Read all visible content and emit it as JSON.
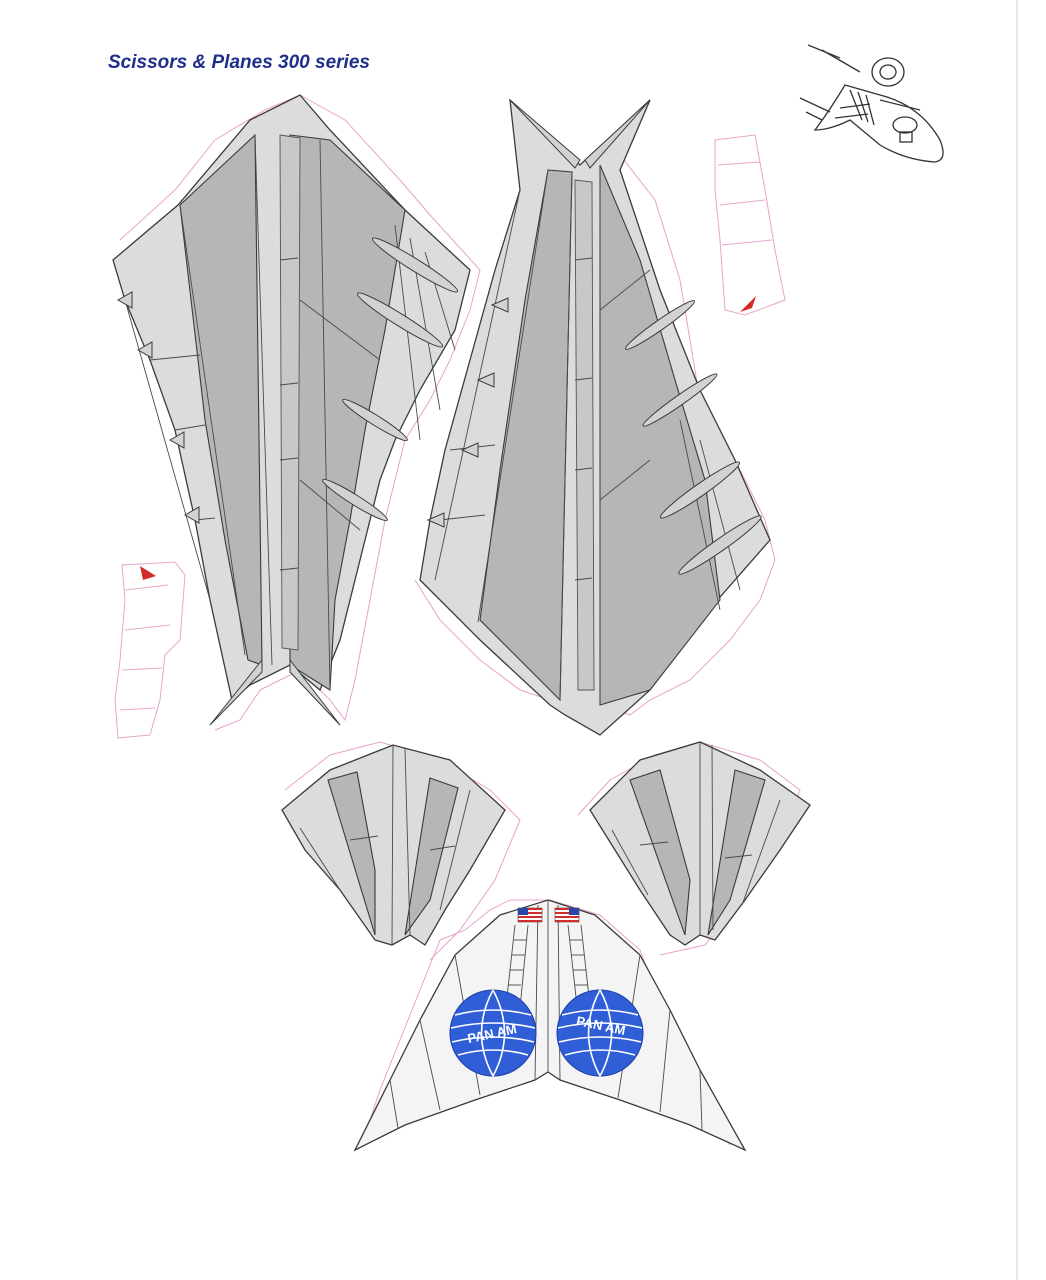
{
  "document": {
    "title": "Scissors & Planes 300 series"
  },
  "logos": [
    {
      "name": "pan-am-globe-left",
      "text": "PAN AM",
      "color": "#2f5ed6"
    },
    {
      "name": "pan-am-globe-right",
      "text": "PAN AM",
      "color": "#2f5ed6"
    }
  ],
  "colors": {
    "title": "#1f2f8a",
    "cut_tab": "#e7a3cc",
    "part_fill": "#dcdcdc",
    "panel_fill": "#b6b6b6",
    "flag_red": "#d22b2b",
    "flag_blue": "#2746a8"
  }
}
